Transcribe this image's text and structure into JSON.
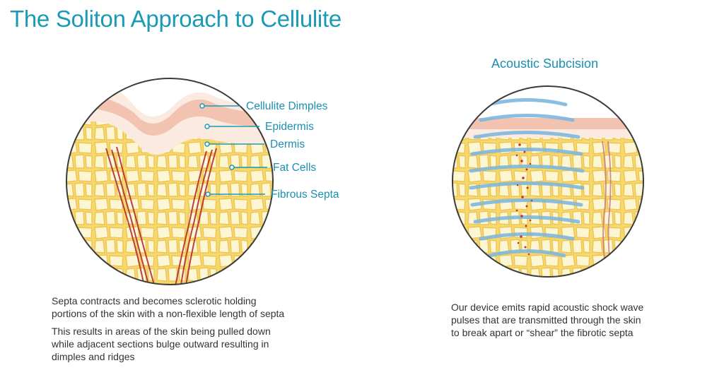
{
  "title": "The Soliton Approach to Cellulite",
  "left_diagram": {
    "labels": [
      "Cellulite Dimples",
      "Epidermis",
      "Dermis",
      "Fat Cells",
      "Fibrous Septa"
    ],
    "caption_1": [
      "Septa contracts and becomes sclerotic holding",
      "portions of the skin with a non-flexible length of septa"
    ],
    "caption_2": [
      "This results in areas of the skin being pulled down",
      "while adjacent sections bulge outward resulting in",
      "dimples and ridges"
    ]
  },
  "right_diagram": {
    "heading": "Acoustic Subcision",
    "caption": [
      "Our device emits rapid acoustic shock wave",
      "pulses that are transmitted through the skin",
      "to break apart or “shear” the fibrotic septa"
    ]
  },
  "colors": {
    "accent": "#1b9ab8",
    "fat_fill": "#fbf3c9",
    "fat_stroke": "#f0cc55",
    "septa": "#b32d36",
    "wave": "#7fb7de"
  }
}
